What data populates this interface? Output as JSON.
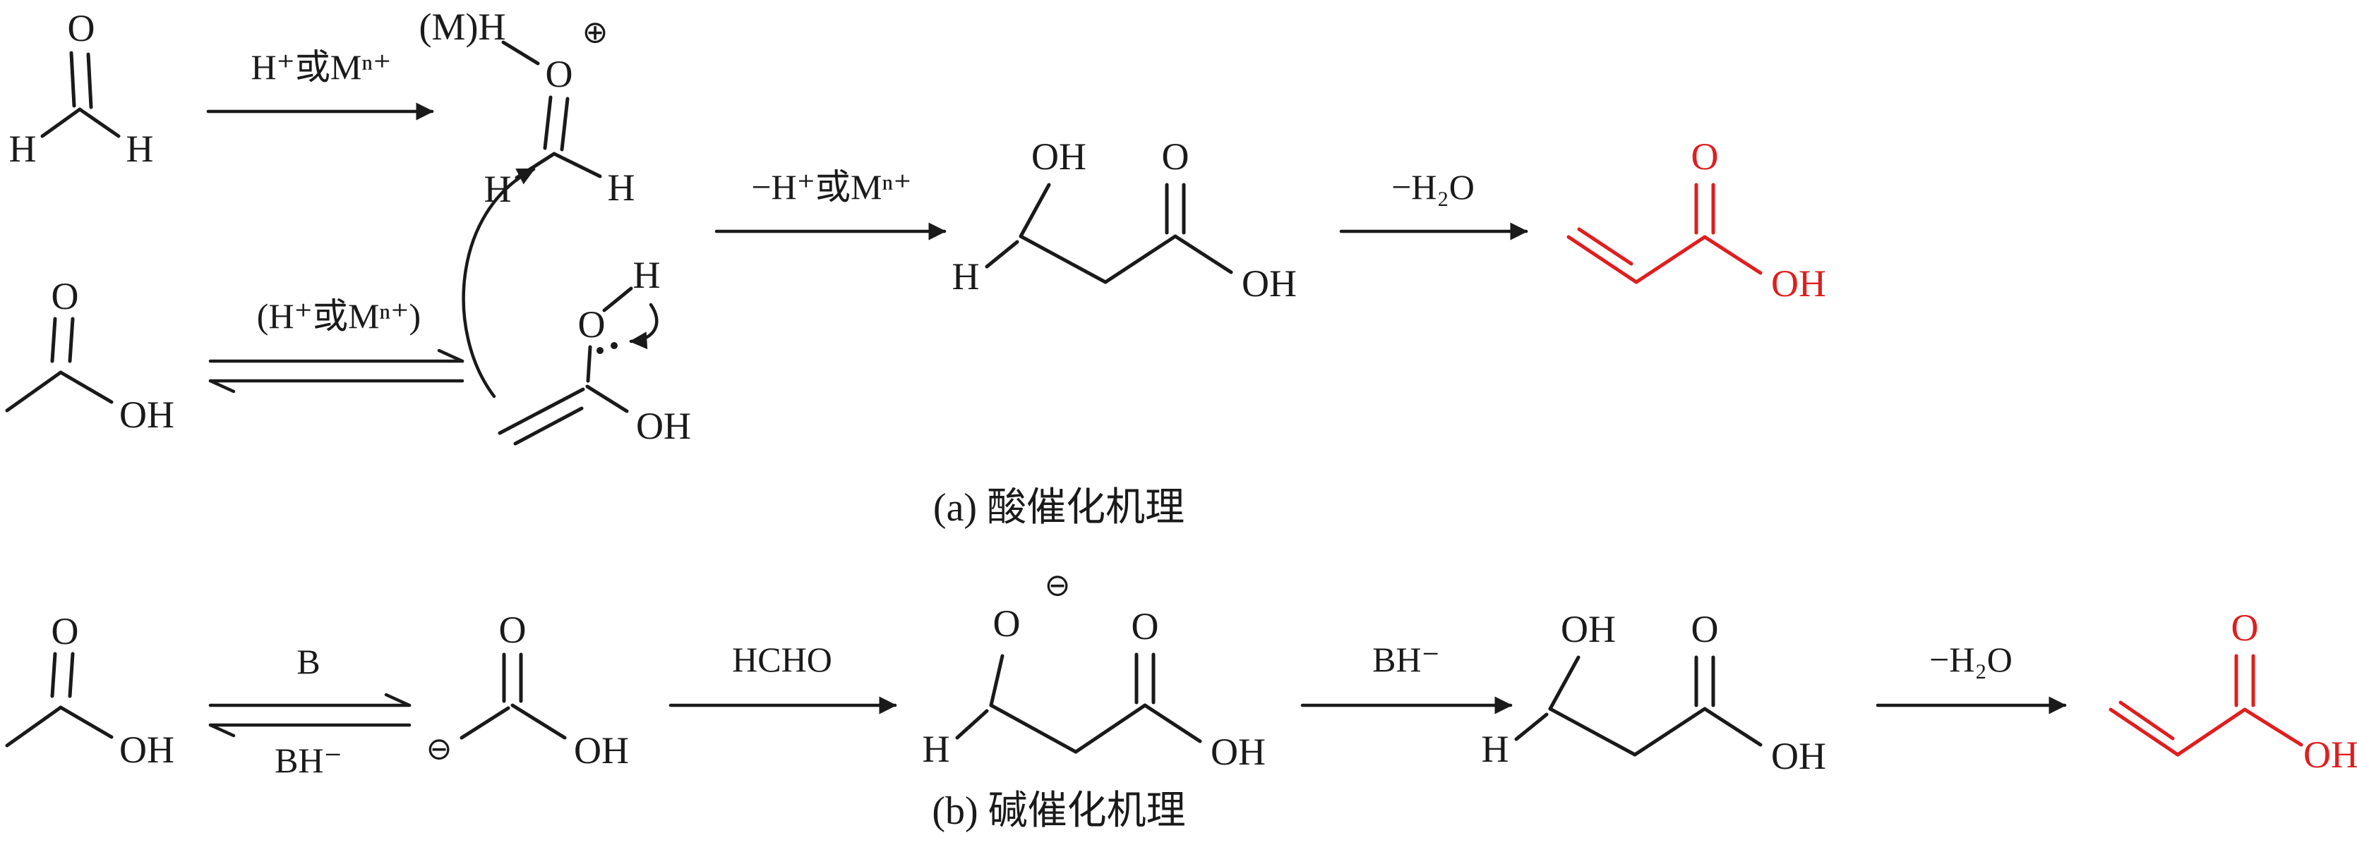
{
  "atoms": {
    "o": "O",
    "h": "H",
    "oh": "OH",
    "mh": "(M)H"
  },
  "charges": {
    "plus": "⊕",
    "minus": "⊖"
  },
  "section_a": {
    "caption": "(a) 酸催化机理",
    "catalyst_label": "H⁺或Mⁿ⁺",
    "equilibrium_label": "(H⁺或Mⁿ⁺)",
    "deprotonation_label": "−H⁺或Mⁿ⁺",
    "dehydration_label": "−H₂O"
  },
  "section_b": {
    "caption": "(b) 碱催化机理",
    "base_label": "B",
    "base_h_label": "BH⁻",
    "hcho_label": "HCHO",
    "bh_label": "BH⁻",
    "dehydration_label": "−H₂O"
  },
  "colors": {
    "structure": "#1a1a1a",
    "product": "#e01e1e"
  }
}
